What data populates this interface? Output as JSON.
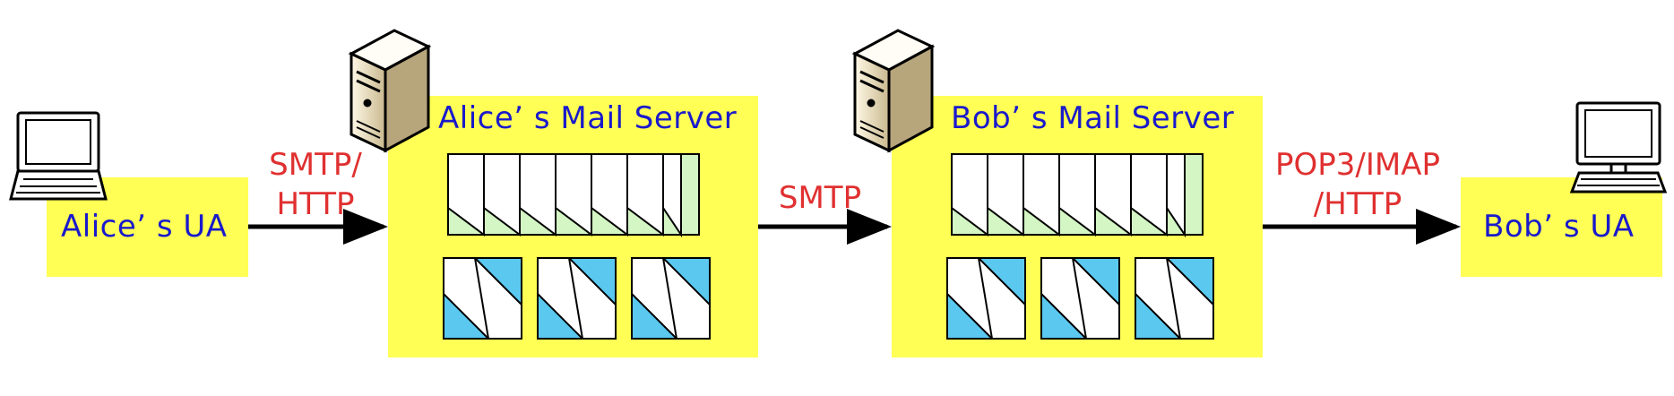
{
  "alice_ua": {
    "label": "Alice’ s UA"
  },
  "bob_ua": {
    "label": "Bob’ s UA"
  },
  "alice_server": {
    "label": "Alice’ s Mail Server"
  },
  "bob_server": {
    "label": "Bob’ s Mail Server"
  },
  "links": {
    "alice_to_server": {
      "line1": "SMTP/",
      "line2": "HTTP"
    },
    "server_to_server": {
      "line1": "SMTP"
    },
    "server_to_bob": {
      "line1": "POP3/IMAP",
      "line2": "/HTTP"
    }
  },
  "colors": {
    "box_fill": "#ffff55",
    "label_text": "#1a1acc",
    "protocol_text": "#e03030",
    "queue_fill": "#d4f5c4",
    "mailbox_fill": "#5bc8f0"
  },
  "icons": [
    "laptop-icon",
    "server-icon",
    "server-icon",
    "desktop-icon"
  ]
}
